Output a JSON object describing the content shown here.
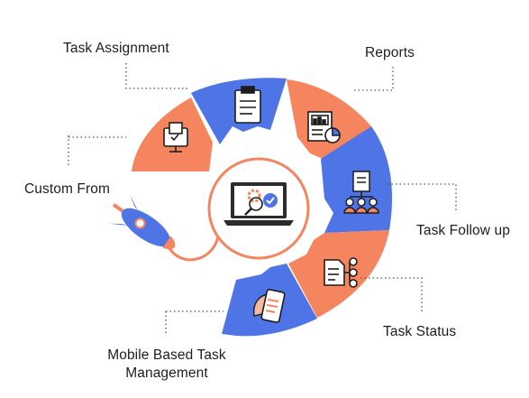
{
  "diagram": {
    "center_label": "",
    "items": [
      {
        "label": "Task Assignment",
        "icon": "clipboard-icon",
        "color": "#4f74e6"
      },
      {
        "label": "Reports",
        "icon": "report-chart-icon",
        "color": "#f5855e"
      },
      {
        "label": "Task Follow up",
        "icon": "team-hierarchy-icon",
        "color": "#4f74e6"
      },
      {
        "label": "Task Status",
        "icon": "workflow-document-icon",
        "color": "#f5855e"
      },
      {
        "label": "Mobile Based Task Management",
        "icon": "mobile-phone-icon",
        "color": "#4f74e6"
      },
      {
        "label": "Custom From",
        "icon": "monitor-form-icon",
        "color": "#f5855e"
      }
    ],
    "center_icon": "laptop-gear-check-icon",
    "decor_icon": "rocket-icon",
    "colors": {
      "blue": "#4f74e6",
      "orange": "#f5855e",
      "dark": "#1d1d1d"
    }
  }
}
